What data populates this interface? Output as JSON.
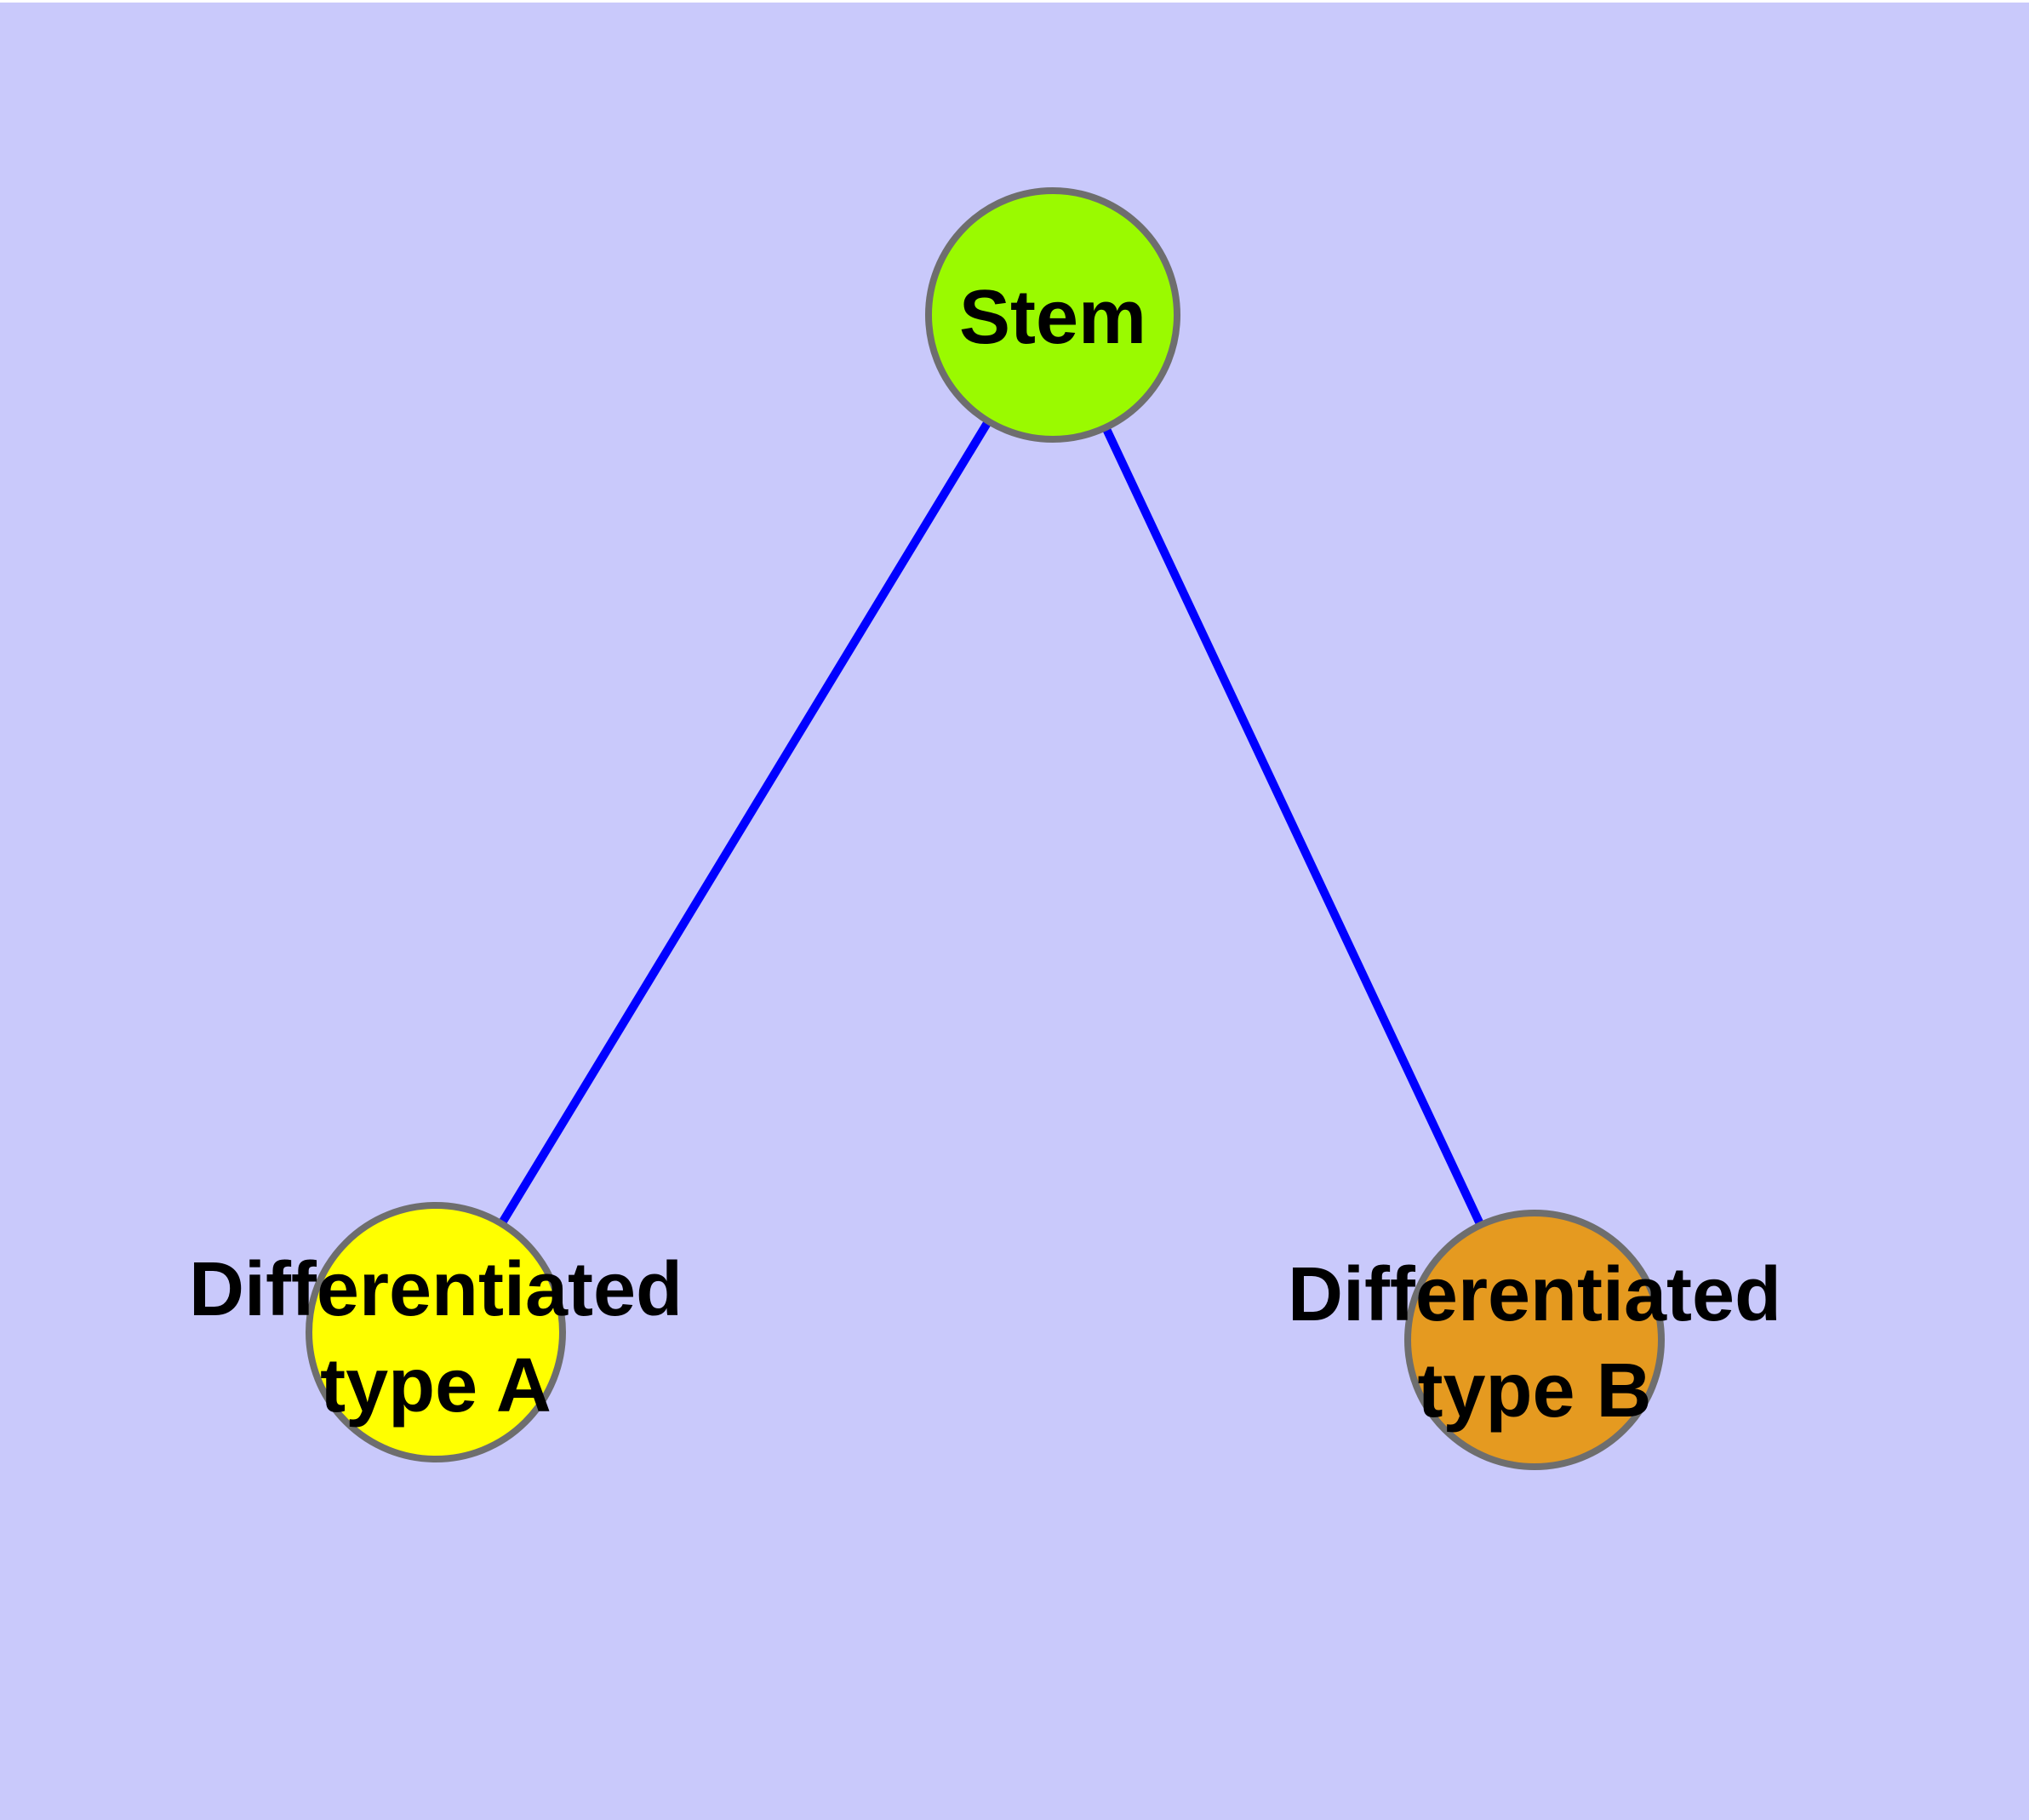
{
  "diagram": {
    "background_color": "#c9c9fb",
    "edge_color": "#0000ff",
    "node_border_color": "#6e6e6e",
    "nodes": {
      "stem": {
        "label": "Stem",
        "fill_color": "#9afa00"
      },
      "type_a": {
        "label_line1": "Differentiated",
        "label_line2": "type A",
        "fill_color": "#ffff00"
      },
      "type_b": {
        "label_line1": "Differentiated",
        "label_line2": "type B",
        "fill_color": "#e59a20"
      }
    },
    "edges": [
      {
        "from": "Stem",
        "to": "Differentiated type A"
      },
      {
        "from": "Stem",
        "to": "Differentiated type B"
      }
    ]
  }
}
